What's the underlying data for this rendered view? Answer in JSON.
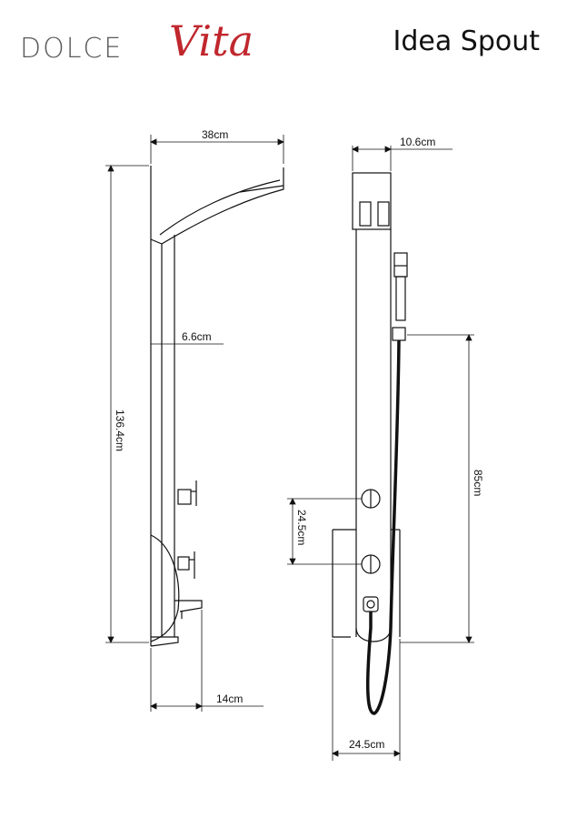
{
  "brand": {
    "word1": "DOLCE",
    "word2": "Vita",
    "color_gray": "#5a5a5a",
    "color_red": "#c0272d"
  },
  "title": "Idea Spout",
  "dimensions": {
    "side_width": "38cm",
    "arm_depth": "6.6cm",
    "total_height": "136.4cm",
    "spout_depth": "14cm",
    "front_head": "10.6cm",
    "valve_spacing": "24.5cm",
    "hand_height": "85cm",
    "front_width": "24.5cm"
  }
}
